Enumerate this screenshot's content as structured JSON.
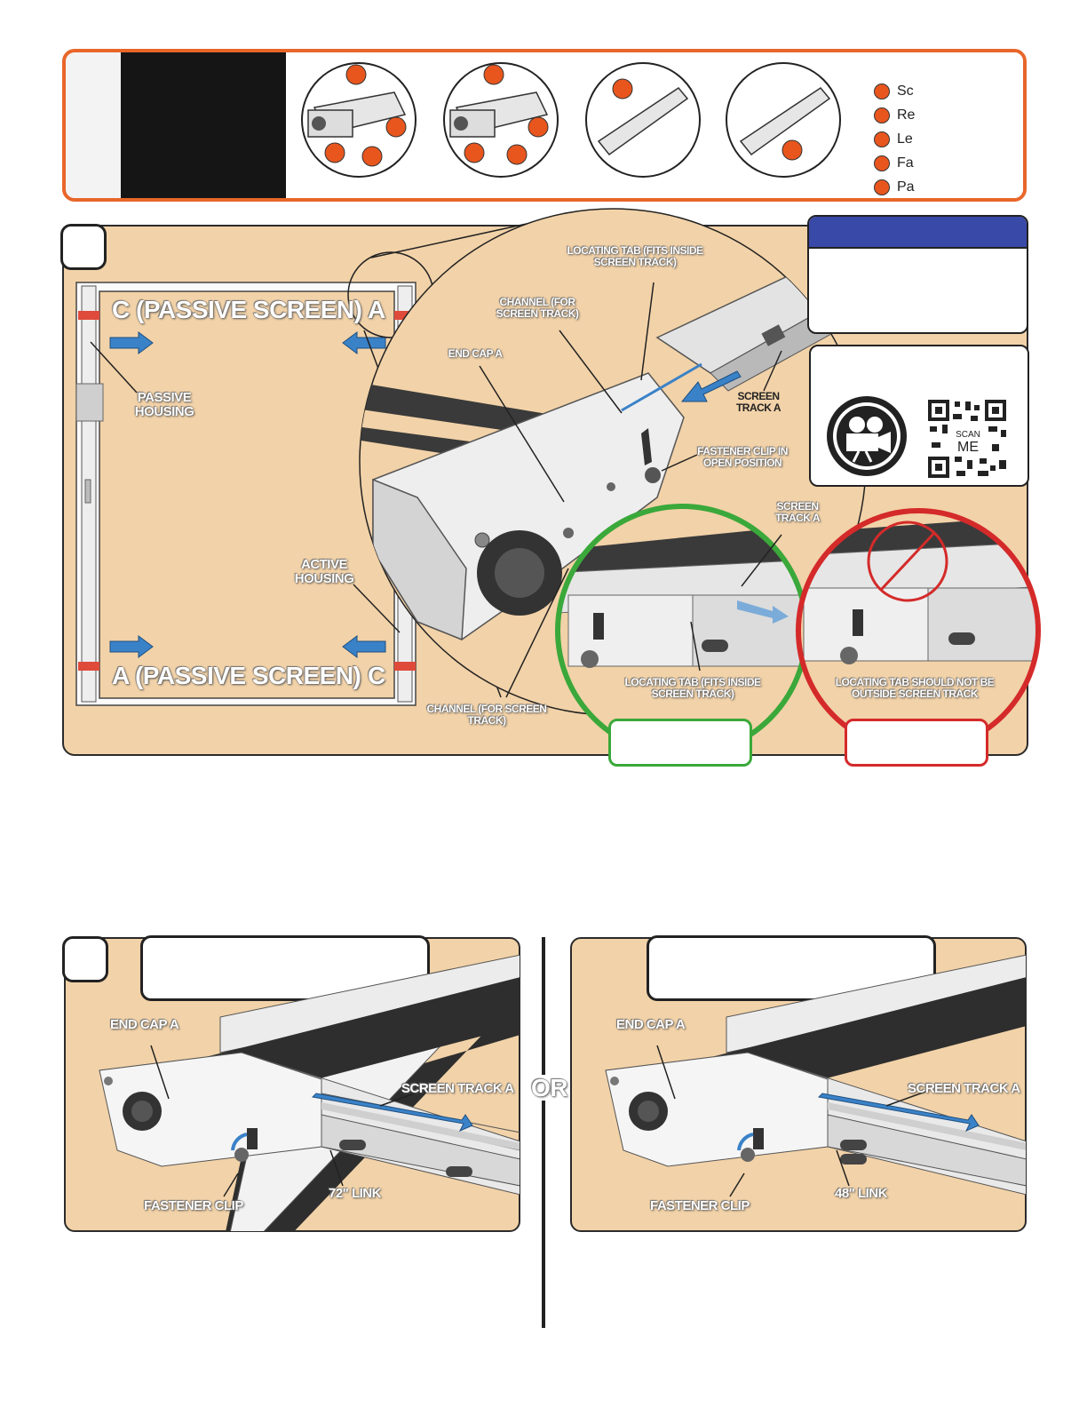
{
  "legend": {
    "items": [
      "Sc",
      "Re",
      "Le",
      "Fa",
      "Pa"
    ],
    "dot_color": "#e8561e",
    "border_color": "#e8662a"
  },
  "step1": {
    "corner_a_top": "A",
    "corner_c_top": "C (PASSIVE SCREEN)",
    "corner_a_bottom": "A (PASSIVE SCREEN)",
    "corner_c_bottom": "C",
    "passive_housing": "PASSIVE HOUSING",
    "active_housing": "ACTIVE HOUSING",
    "locating_tab": "LOCATING TAB (FITS INSIDE SCREEN TRACK)",
    "channel_top": "CHANNEL (FOR SCREEN TRACK)",
    "end_cap": "END CAP A",
    "screen_track_1": "SCREEN TRACK A",
    "fastener_clip": "FASTENER CLIP IN OPEN POSITION",
    "screen_track_2": "SCREEN TRACK A",
    "locating_tab_2": "LOCATING TAB (FITS INSIDE SCREEN TRACK)",
    "locating_tab_wrong": "LOCATING TAB SHOULD NOT BE OUTSIDE SCREEN TRACK",
    "channel_bottom": "CHANNEL (FOR SCREEN TRACK)",
    "scan_top": "SCAN",
    "scan_bottom": "ME",
    "colors": {
      "panel": "#f2d2a8",
      "good": "#3aa83a",
      "bad": "#d42a2a",
      "header": "#3949a8",
      "arrow": "#3a82c8"
    }
  },
  "step2": {
    "or": "OR",
    "left": {
      "end_cap": "END CAP A",
      "screen_track": "SCREEN TRACK A",
      "fastener_clip": "FASTENER CLIP",
      "link": "72\" LINK"
    },
    "right": {
      "end_cap": "END CAP A",
      "screen_track": "SCREEN TRACK A",
      "fastener_clip": "FASTENER CLIP",
      "link": "48\" LINK"
    }
  }
}
